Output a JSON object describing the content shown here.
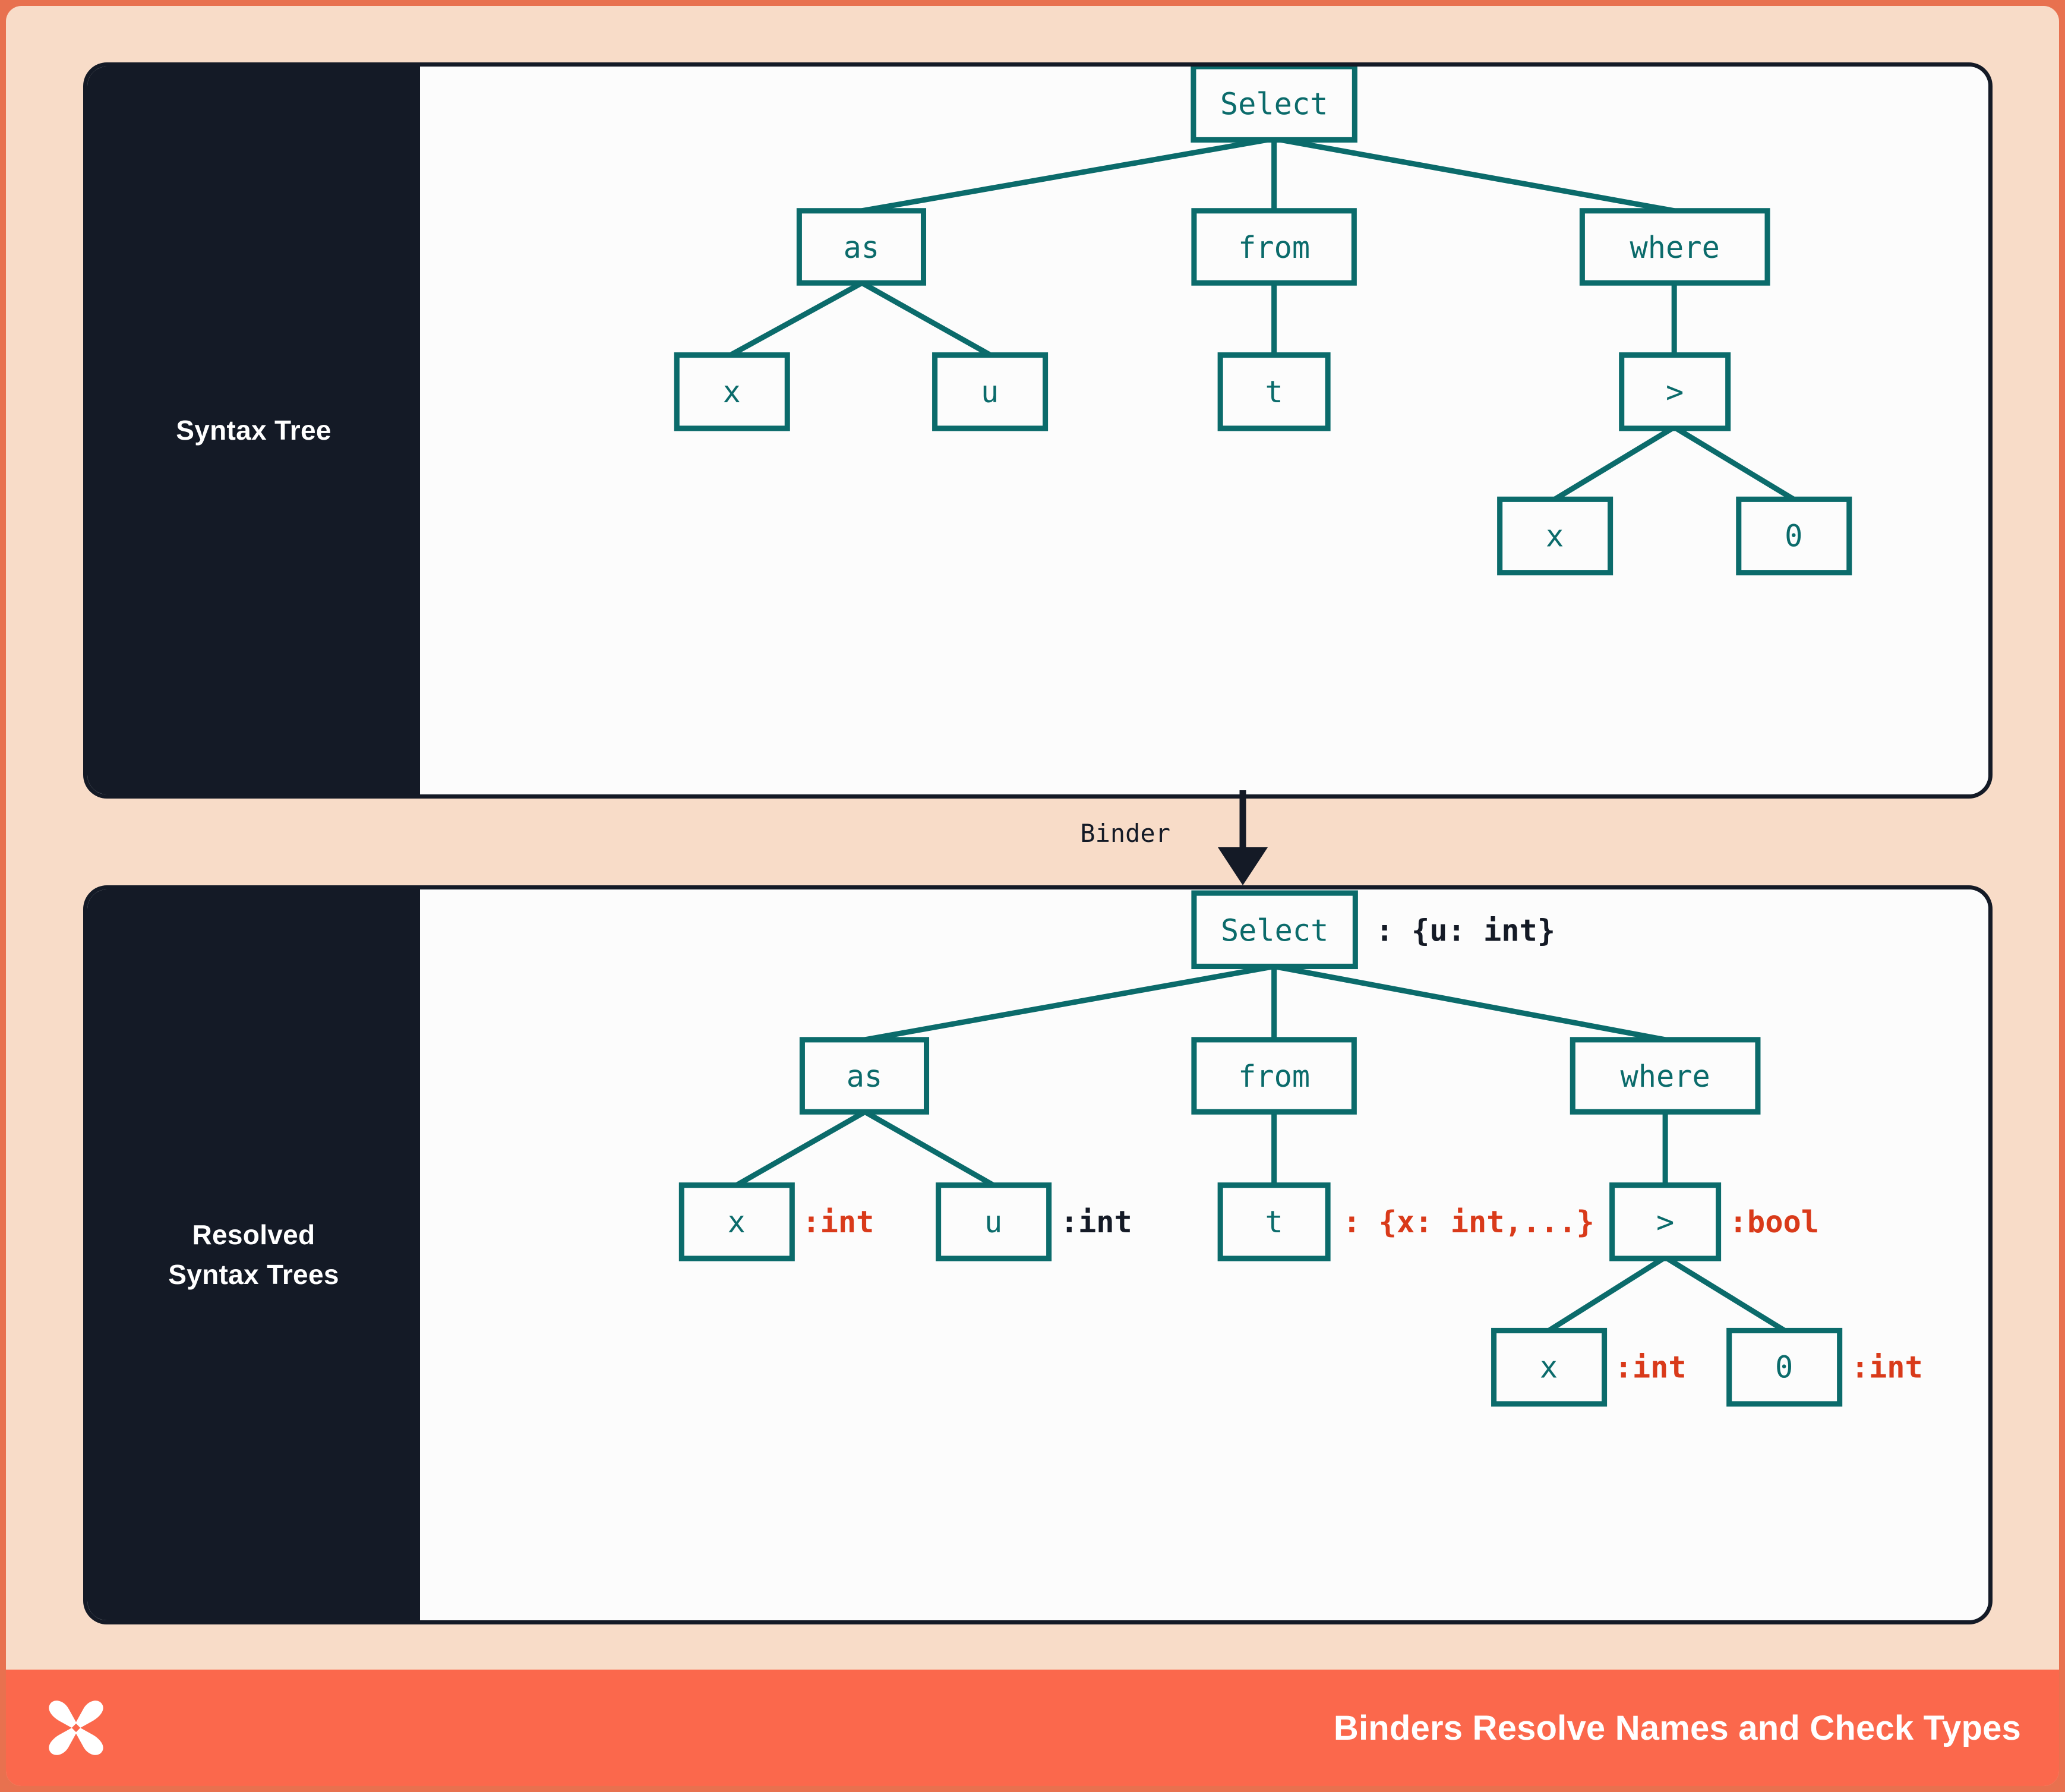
{
  "theme": {
    "outer_border": "#E8714F",
    "background": "#F8DCC8",
    "panel_bg": "#FCFCFC",
    "panel_border": "#141A26",
    "sidebar_bg": "#141A26",
    "node_stroke": "#0B6B6B",
    "annotation_dark": "#141A26",
    "annotation_red": "#D93A1A",
    "footer_bg": "#FB684C"
  },
  "panels": [
    {
      "id": "syntax-tree",
      "sidebar_label": "Syntax Tree"
    },
    {
      "id": "resolved-syntax-trees",
      "sidebar_label": "Resolved\nSyntax Trees"
    }
  ],
  "binder": {
    "label": "Binder"
  },
  "footer": {
    "caption": "Binders Resolve Names and Check Types",
    "logo": "x-butterfly-logo"
  },
  "chart_data": {
    "type": "diagram",
    "title": "Binders Resolve Names and Check Types",
    "subtype": "two-stage syntax tree transformation",
    "trees": [
      {
        "name": "Syntax Tree",
        "stage": "before",
        "nodes": [
          {
            "id": "select",
            "label": "Select",
            "level": 0,
            "annotation": "",
            "annotation_color": ""
          },
          {
            "id": "as",
            "label": "as",
            "level": 1,
            "annotation": "",
            "annotation_color": ""
          },
          {
            "id": "from",
            "label": "from",
            "level": 1,
            "annotation": "",
            "annotation_color": ""
          },
          {
            "id": "where",
            "label": "where",
            "level": 1,
            "annotation": "",
            "annotation_color": ""
          },
          {
            "id": "x1",
            "label": "x",
            "level": 2,
            "annotation": "",
            "annotation_color": ""
          },
          {
            "id": "u",
            "label": "u",
            "level": 2,
            "annotation": "",
            "annotation_color": ""
          },
          {
            "id": "t",
            "label": "t",
            "level": 2,
            "annotation": "",
            "annotation_color": ""
          },
          {
            "id": "gt",
            "label": ">",
            "level": 2,
            "annotation": "",
            "annotation_color": ""
          },
          {
            "id": "x2",
            "label": "x",
            "level": 3,
            "annotation": "",
            "annotation_color": ""
          },
          {
            "id": "zero",
            "label": "0",
            "level": 3,
            "annotation": "",
            "annotation_color": ""
          }
        ],
        "edges": [
          [
            "select",
            "as"
          ],
          [
            "select",
            "from"
          ],
          [
            "select",
            "where"
          ],
          [
            "as",
            "x1"
          ],
          [
            "as",
            "u"
          ],
          [
            "from",
            "t"
          ],
          [
            "where",
            "gt"
          ],
          [
            "gt",
            "x2"
          ],
          [
            "gt",
            "zero"
          ]
        ]
      },
      {
        "name": "Resolved Syntax Trees",
        "stage": "after",
        "nodes": [
          {
            "id": "select",
            "label": "Select",
            "level": 0,
            "annotation": ": {u: int}",
            "annotation_color": "dark"
          },
          {
            "id": "as",
            "label": "as",
            "level": 1,
            "annotation": "",
            "annotation_color": ""
          },
          {
            "id": "from",
            "label": "from",
            "level": 1,
            "annotation": "",
            "annotation_color": ""
          },
          {
            "id": "where",
            "label": "where",
            "level": 1,
            "annotation": "",
            "annotation_color": ""
          },
          {
            "id": "x1",
            "label": "x",
            "level": 2,
            "annotation": ":int",
            "annotation_color": "red"
          },
          {
            "id": "u",
            "label": "u",
            "level": 2,
            "annotation": ":int",
            "annotation_color": "dark"
          },
          {
            "id": "t",
            "label": "t",
            "level": 2,
            "annotation": ": {x: int,...}",
            "annotation_color": "red"
          },
          {
            "id": "gt",
            "label": ">",
            "level": 2,
            "annotation": ":bool",
            "annotation_color": "red"
          },
          {
            "id": "x2",
            "label": "x",
            "level": 3,
            "annotation": ":int",
            "annotation_color": "red"
          },
          {
            "id": "zero",
            "label": "0",
            "level": 3,
            "annotation": ":int",
            "annotation_color": "red"
          }
        ],
        "edges": [
          [
            "select",
            "as"
          ],
          [
            "select",
            "from"
          ],
          [
            "select",
            "where"
          ],
          [
            "as",
            "x1"
          ],
          [
            "as",
            "u"
          ],
          [
            "from",
            "t"
          ],
          [
            "where",
            "gt"
          ],
          [
            "gt",
            "x2"
          ],
          [
            "gt",
            "zero"
          ]
        ]
      }
    ],
    "transition": {
      "from": "Syntax Tree",
      "to": "Resolved Syntax Trees",
      "label": "Binder"
    }
  }
}
